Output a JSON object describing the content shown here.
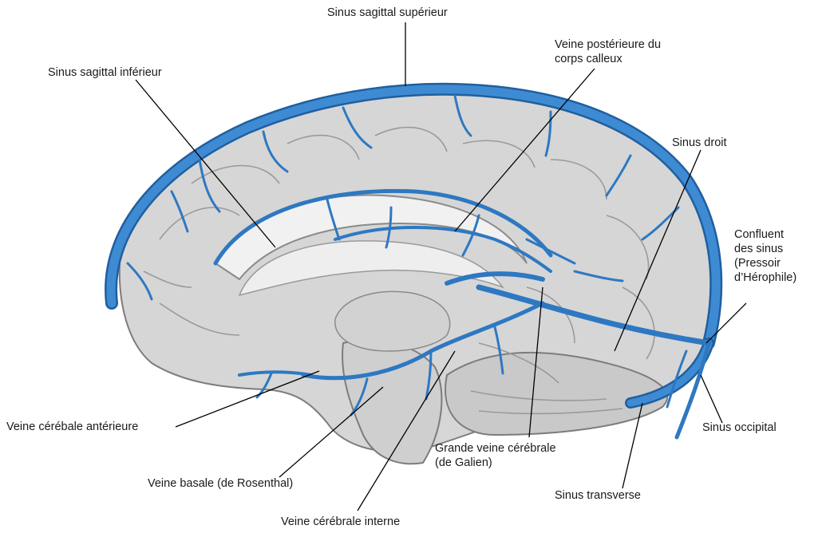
{
  "labels": {
    "sinus_sagittal_superieur": "Sinus sagittal supérieur",
    "sinus_sagittal_inferieur": "Sinus sagittal inférieur",
    "veine_posterieure_corps_calleux": "Veine postérieure du\ncorps calleux",
    "sinus_droit": "Sinus droit",
    "confluent_des_sinus": "Confluent\ndes sinus\n(Pressoir\nd’Hérophile)",
    "veine_cerebrale_anterieure": "Veine cérébale antérieure",
    "sinus_occipital": "Sinus occipital",
    "grande_veine_cerebrale": "Grande veine cérébrale\n(de Galien)",
    "veine_basale": "Veine basale (de Rosenthal)",
    "sinus_transverse": "Sinus transverse",
    "veine_cerebrale_interne": "Veine cérébrale interne"
  },
  "colors": {
    "vein": "#3a86cf",
    "vein_dark": "#1f5f9f",
    "brain_fill": "#d9d9d9",
    "brain_shadow": "#9a9a9a",
    "leader_line": "#000000"
  }
}
